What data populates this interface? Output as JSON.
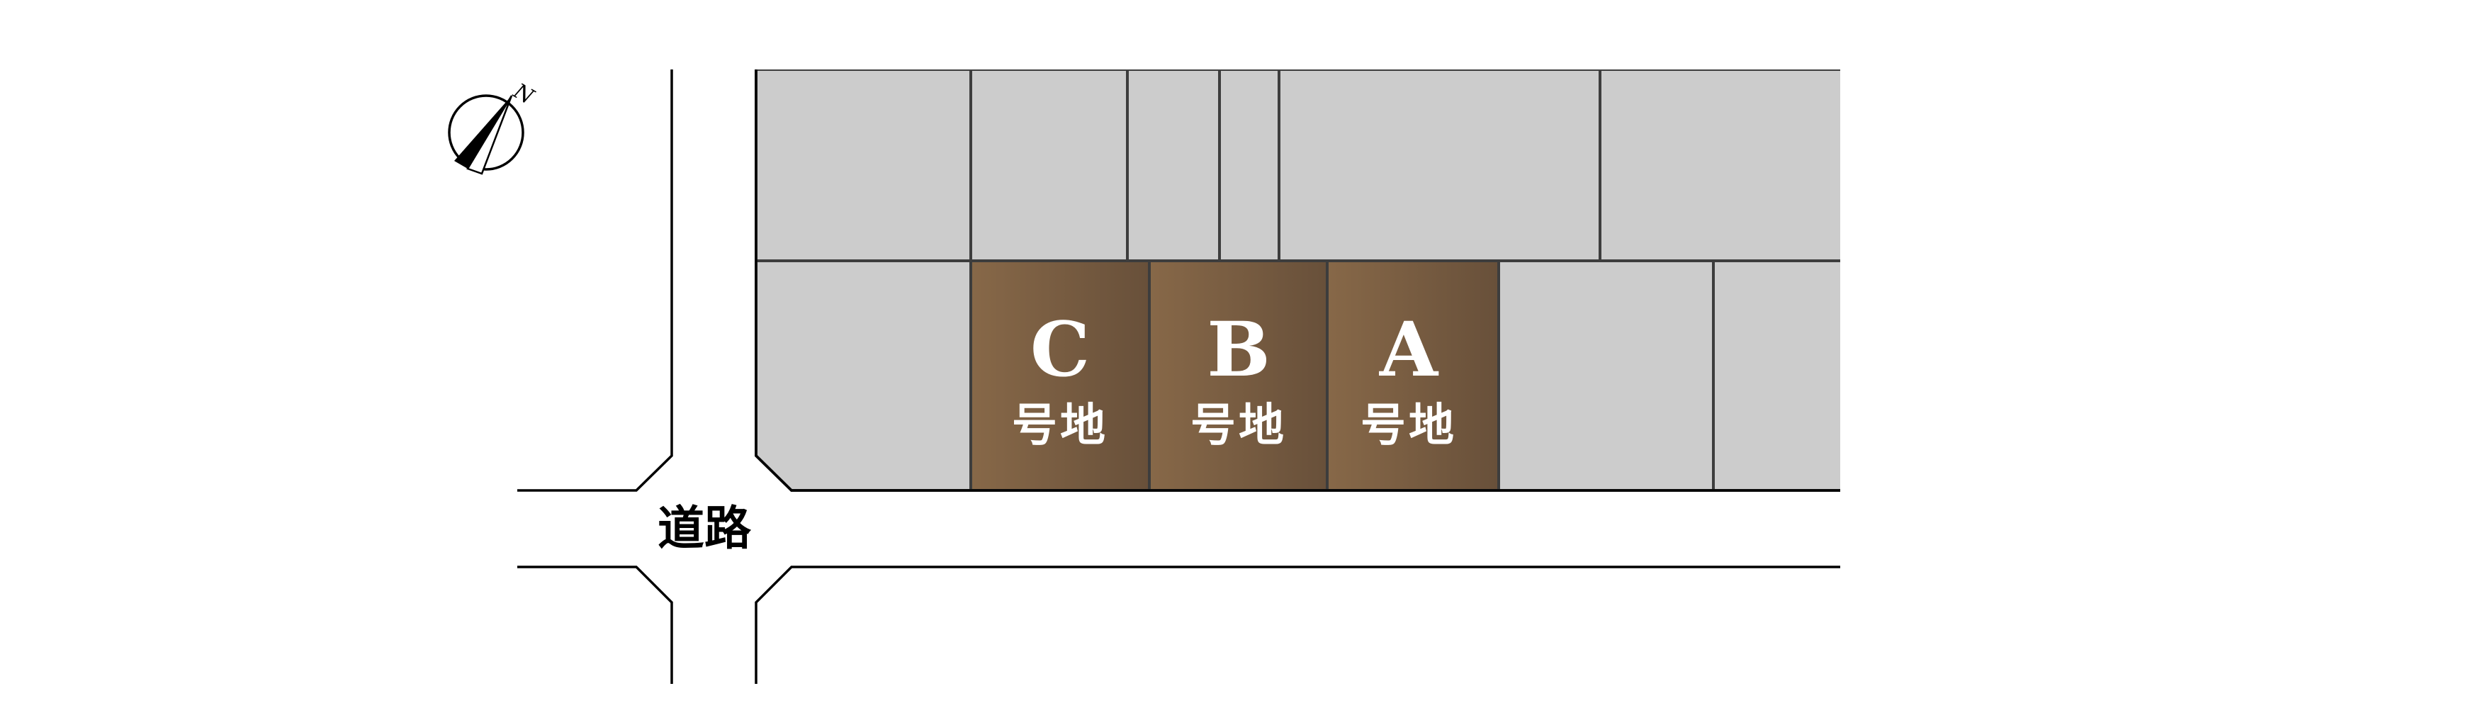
{
  "map": {
    "road_label": "道路",
    "north_label": "N",
    "lots": [
      {
        "letter": "C",
        "suffix": "号地"
      },
      {
        "letter": "B",
        "suffix": "号地"
      },
      {
        "letter": "A",
        "suffix": "号地"
      }
    ]
  },
  "colors": {
    "background": "#ffffff",
    "parcel_gray": "#cccccc",
    "parcel_border": "#3d3d3d",
    "lot_brown_light": "#846545",
    "lot_brown_dark": "#6a4f36",
    "road_line": "#000000"
  },
  "icons": [
    "north-arrow-icon"
  ]
}
